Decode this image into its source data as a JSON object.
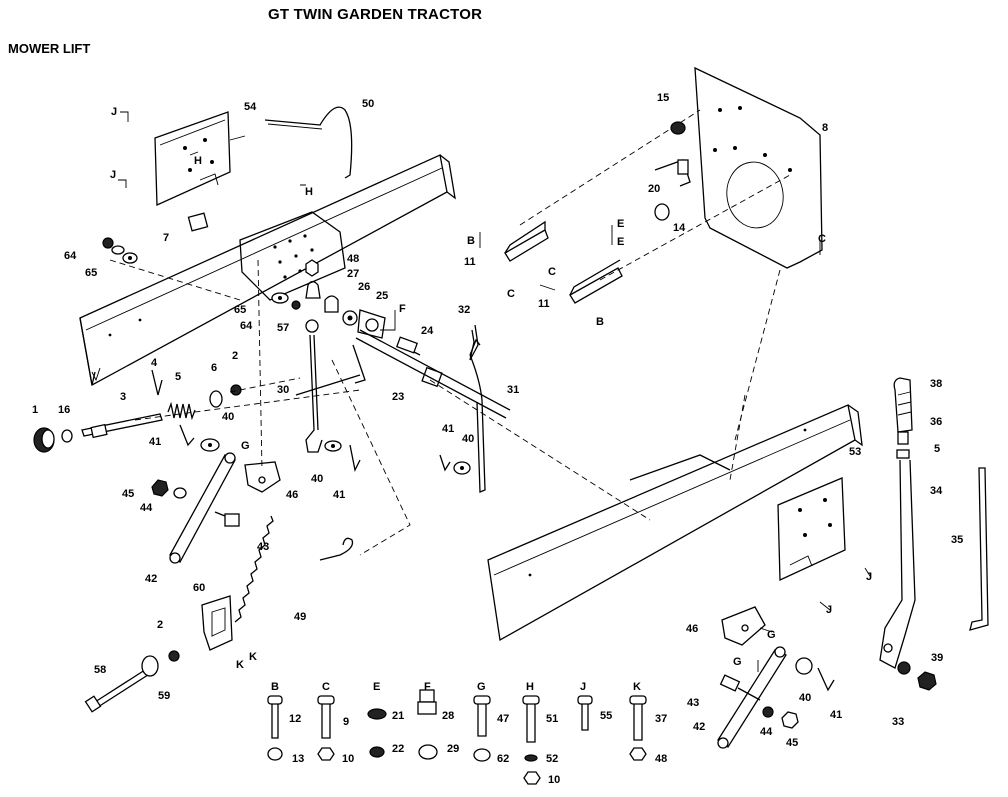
{
  "title": "GT TWIN GARDEN TRACTOR",
  "subtitle": "MOWER LIFT",
  "callouts": [
    {
      "id": "c54",
      "text": "54"
    },
    {
      "id": "c50",
      "text": "50"
    },
    {
      "id": "c7",
      "text": "7"
    },
    {
      "id": "c64a",
      "text": "64"
    },
    {
      "id": "c65a",
      "text": "65"
    },
    {
      "id": "c48a",
      "text": "48"
    },
    {
      "id": "c27",
      "text": "27"
    },
    {
      "id": "c26",
      "text": "26"
    },
    {
      "id": "c25",
      "text": "25"
    },
    {
      "id": "c65b",
      "text": "65"
    },
    {
      "id": "c64b",
      "text": "64"
    },
    {
      "id": "c57",
      "text": "57"
    },
    {
      "id": "c24",
      "text": "24"
    },
    {
      "id": "c32",
      "text": "32"
    },
    {
      "id": "c31",
      "text": "31"
    },
    {
      "id": "c23",
      "text": "23"
    },
    {
      "id": "c30",
      "text": "30"
    },
    {
      "id": "c4",
      "text": "4"
    },
    {
      "id": "c5a",
      "text": "5"
    },
    {
      "id": "c6",
      "text": "6"
    },
    {
      "id": "c2a",
      "text": "2"
    },
    {
      "id": "c3",
      "text": "3"
    },
    {
      "id": "c1",
      "text": "1"
    },
    {
      "id": "c16",
      "text": "16"
    },
    {
      "id": "c40a",
      "text": "40"
    },
    {
      "id": "c41a",
      "text": "41"
    },
    {
      "id": "c46a",
      "text": "46"
    },
    {
      "id": "c45a",
      "text": "45"
    },
    {
      "id": "c44a",
      "text": "44"
    },
    {
      "id": "c43a",
      "text": "43"
    },
    {
      "id": "c42a",
      "text": "42"
    },
    {
      "id": "c40b",
      "text": "40"
    },
    {
      "id": "c41b",
      "text": "41"
    },
    {
      "id": "c41c",
      "text": "41"
    },
    {
      "id": "c40c",
      "text": "40"
    },
    {
      "id": "c49",
      "text": "49"
    },
    {
      "id": "c60",
      "text": "60"
    },
    {
      "id": "c2b",
      "text": "2"
    },
    {
      "id": "c58",
      "text": "58"
    },
    {
      "id": "c59",
      "text": "59"
    },
    {
      "id": "c15",
      "text": "15"
    },
    {
      "id": "c8",
      "text": "8"
    },
    {
      "id": "c20",
      "text": "20"
    },
    {
      "id": "c14",
      "text": "14"
    },
    {
      "id": "c11a",
      "text": "11"
    },
    {
      "id": "c11b",
      "text": "11"
    },
    {
      "id": "c38",
      "text": "38"
    },
    {
      "id": "c36",
      "text": "36"
    },
    {
      "id": "c5b",
      "text": "5"
    },
    {
      "id": "c34",
      "text": "34"
    },
    {
      "id": "c35",
      "text": "35"
    },
    {
      "id": "c53",
      "text": "53"
    },
    {
      "id": "c46b",
      "text": "46"
    },
    {
      "id": "c43b",
      "text": "43"
    },
    {
      "id": "c42b",
      "text": "42"
    },
    {
      "id": "c44b",
      "text": "44"
    },
    {
      "id": "c45b",
      "text": "45"
    },
    {
      "id": "c40d",
      "text": "40"
    },
    {
      "id": "c41d",
      "text": "41"
    },
    {
      "id": "c33",
      "text": "33"
    },
    {
      "id": "c39",
      "text": "39"
    }
  ],
  "reference_letters": [
    {
      "id": "rJ1",
      "text": "J"
    },
    {
      "id": "rJ2",
      "text": "J"
    },
    {
      "id": "rH1",
      "text": "H"
    },
    {
      "id": "rH2",
      "text": "H"
    },
    {
      "id": "rF",
      "text": "F"
    },
    {
      "id": "rG1",
      "text": "G"
    },
    {
      "id": "rB",
      "text": "B"
    },
    {
      "id": "rC1",
      "text": "C"
    },
    {
      "id": "rC2",
      "text": "C"
    },
    {
      "id": "rC3",
      "text": "C"
    },
    {
      "id": "rB2",
      "text": "B"
    },
    {
      "id": "rE1",
      "text": "E"
    },
    {
      "id": "rE2",
      "text": "E"
    },
    {
      "id": "rK1",
      "text": "K"
    },
    {
      "id": "rK2",
      "text": "K"
    },
    {
      "id": "rJ3",
      "text": "J"
    },
    {
      "id": "rJ4",
      "text": "J"
    },
    {
      "id": "rG2",
      "text": "G"
    },
    {
      "id": "rG3",
      "text": "G"
    }
  ],
  "hardware_key": [
    {
      "letter": "B",
      "part": "12",
      "lower": "13"
    },
    {
      "letter": "C",
      "part": "9",
      "lower": "10"
    },
    {
      "letter": "E",
      "part": "21",
      "lower": "22"
    },
    {
      "letter": "F",
      "part": "28",
      "lower": "29"
    },
    {
      "letter": "G",
      "part": "47",
      "lower": "62"
    },
    {
      "letter": "H",
      "part": "51",
      "lower": "52",
      "extra": "10"
    },
    {
      "letter": "J",
      "part": "55",
      "lower": ""
    },
    {
      "letter": "K",
      "part": "37",
      "lower": "48"
    }
  ]
}
